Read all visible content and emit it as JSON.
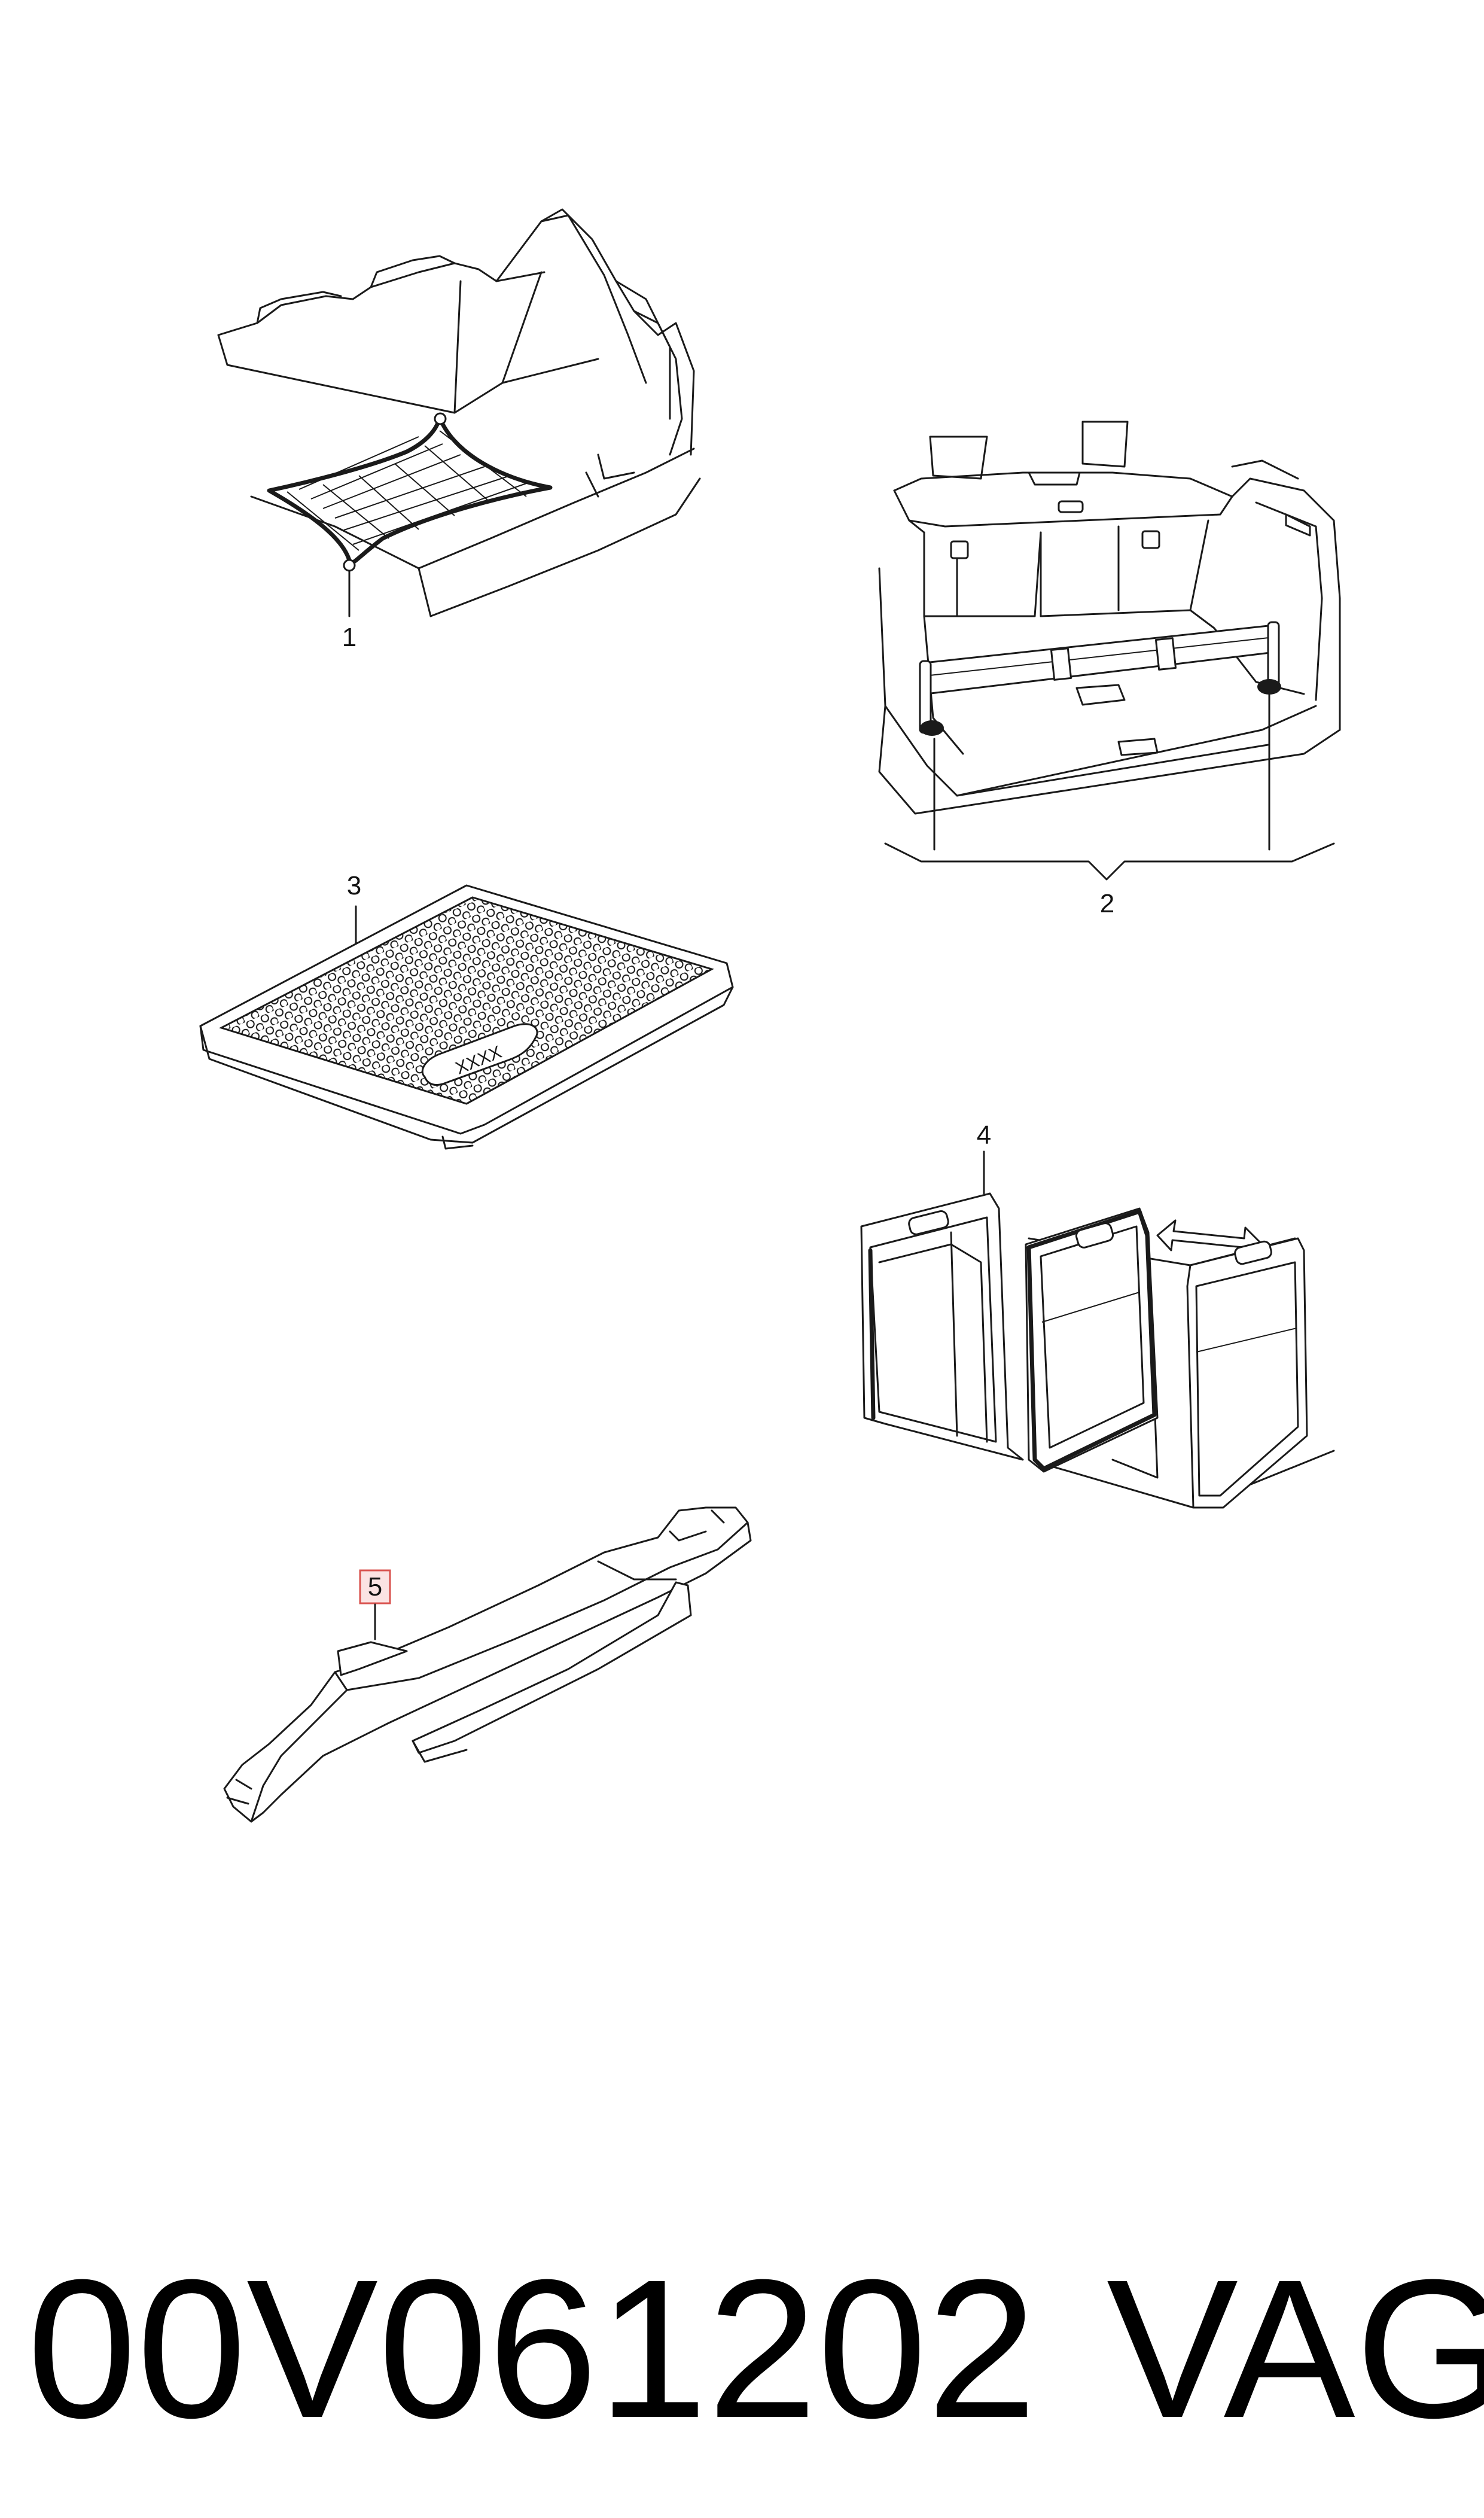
{
  "diagram": {
    "callouts": [
      {
        "id": "1",
        "label": "1"
      },
      {
        "id": "2",
        "label": "2"
      },
      {
        "id": "3",
        "label": "3"
      },
      {
        "id": "4",
        "label": "4"
      },
      {
        "id": "5",
        "label": "5",
        "highlighted": true
      }
    ],
    "mat_badge_text": "XXXX",
    "highlight_color": "#d9534f",
    "highlight_fill": "#fbe3e3"
  },
  "footer": {
    "part_number": "00V061202",
    "brand": "VAG"
  }
}
